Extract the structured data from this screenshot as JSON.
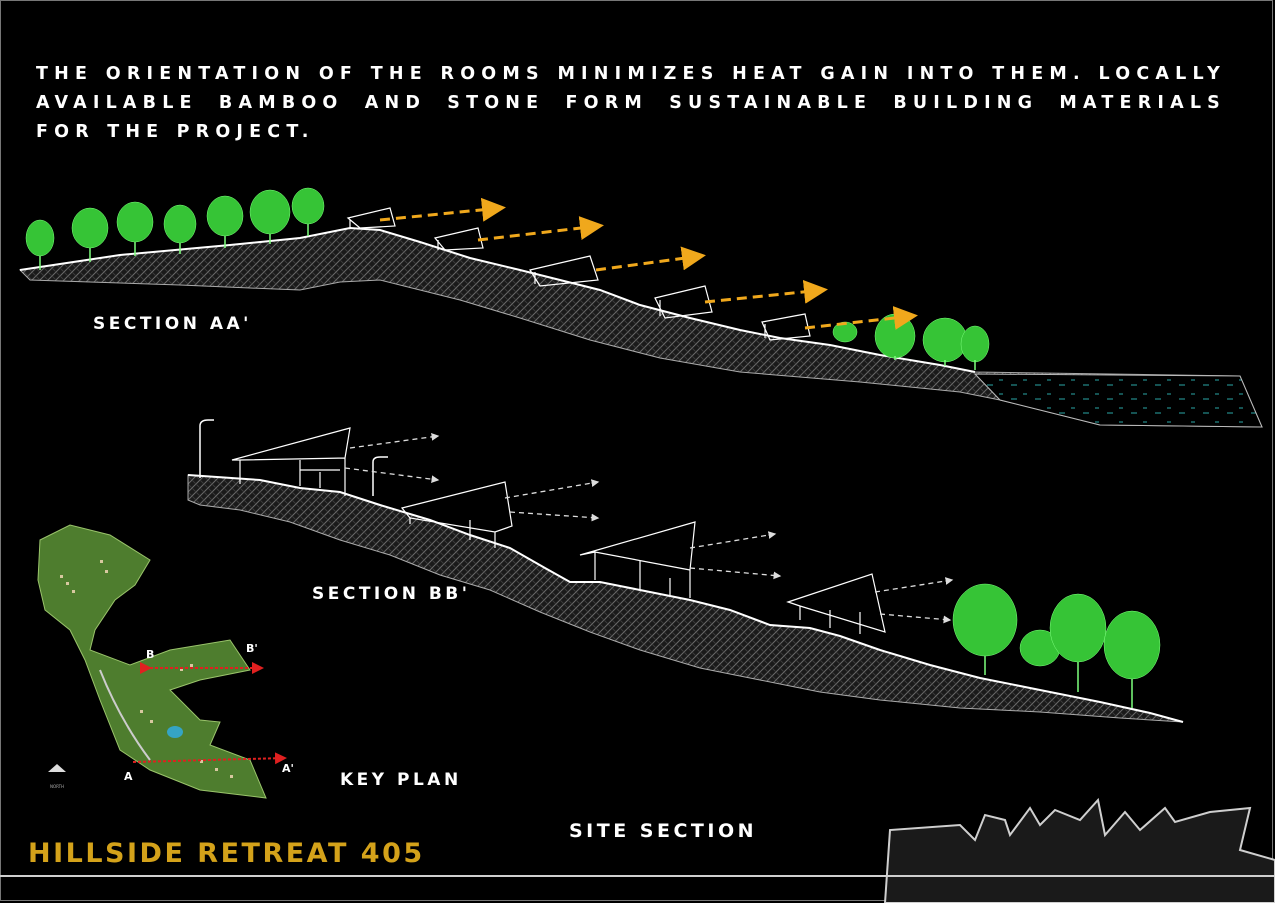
{
  "intro_text": "THE ORIENTATION OF THE ROOMS MINIMIZES HEAT GAIN INTO THEM. LOCALLY AVAILABLE BAMBOO AND STONE FORM SUSTAINABLE BUILDING MATERIALS FOR THE PROJECT.",
  "sections": {
    "aa_label": "SECTION AA'",
    "bb_label": "SECTION BB'"
  },
  "key_plan": {
    "label": "KEY PLAN",
    "marker_a": "A",
    "marker_a_prime": "A'",
    "marker_b": "B",
    "marker_b_prime": "B'",
    "north_label": "NORTH"
  },
  "site_section_label": "SITE SECTION",
  "project_title": "HILLSIDE RETREAT 405",
  "colors": {
    "background": "#000000",
    "title_gold": "#d4a21a",
    "arrow_orange": "#f0a81c",
    "tree_green": "#3bd43b",
    "cut_line_red": "#e02020"
  }
}
